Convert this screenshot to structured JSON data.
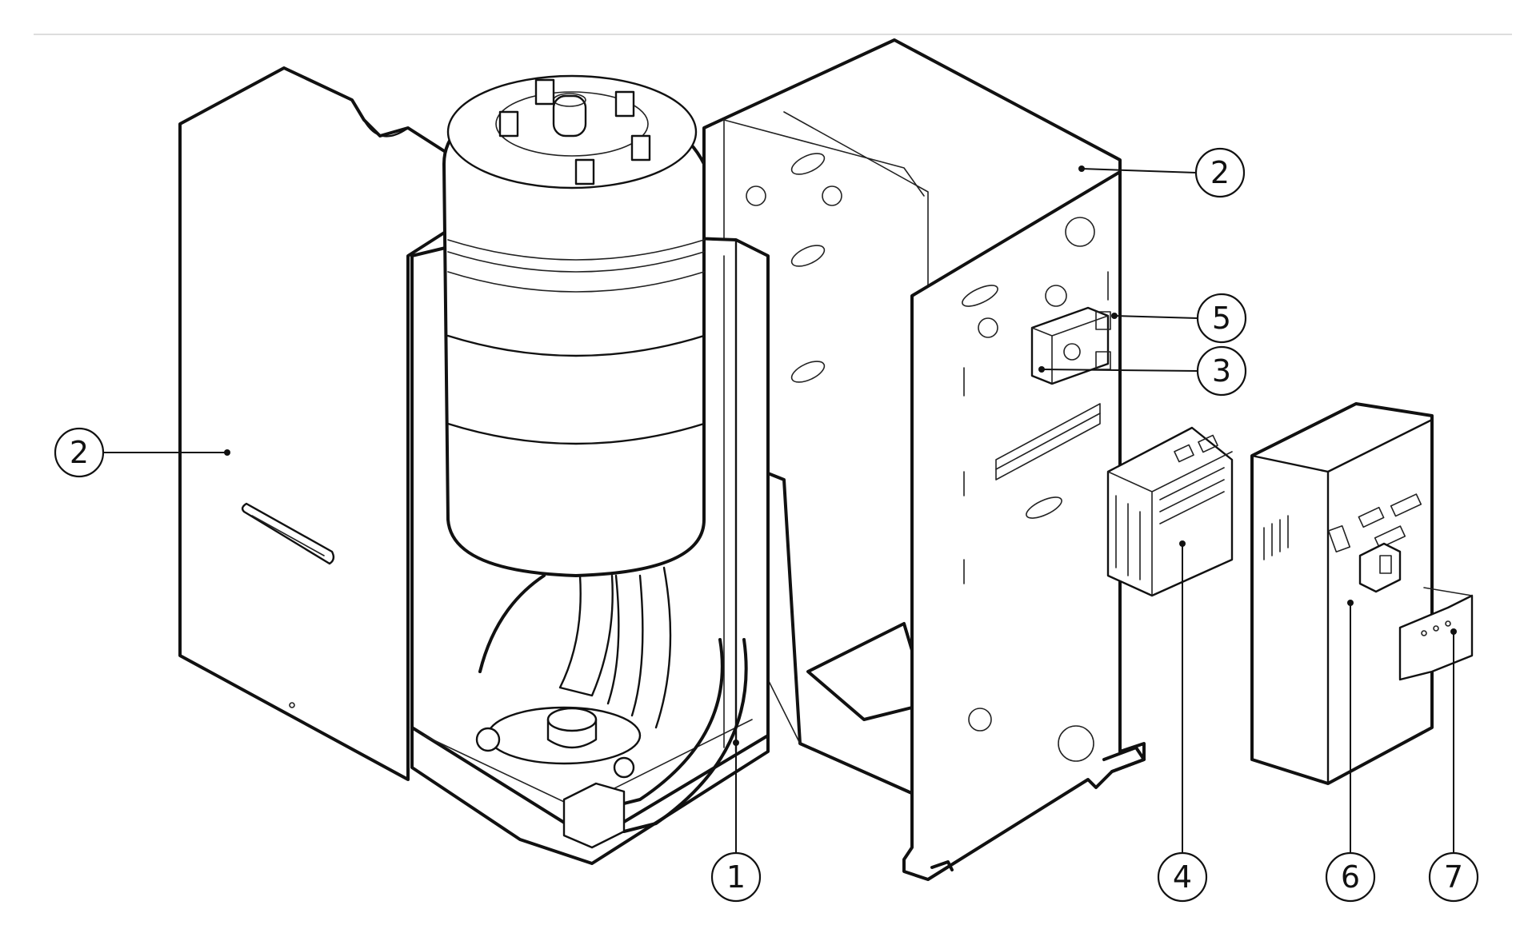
{
  "callouts": [
    {
      "id": "c2-left",
      "label": "2"
    },
    {
      "id": "c2-right",
      "label": "2"
    },
    {
      "id": "c5",
      "label": "5"
    },
    {
      "id": "c3",
      "label": "3"
    },
    {
      "id": "c1",
      "label": "1"
    },
    {
      "id": "c4",
      "label": "4"
    },
    {
      "id": "c6",
      "label": "6"
    },
    {
      "id": "c7",
      "label": "7"
    }
  ],
  "colors": {
    "line": "#111111",
    "background": "#ffffff",
    "rule": "#dddddd"
  }
}
